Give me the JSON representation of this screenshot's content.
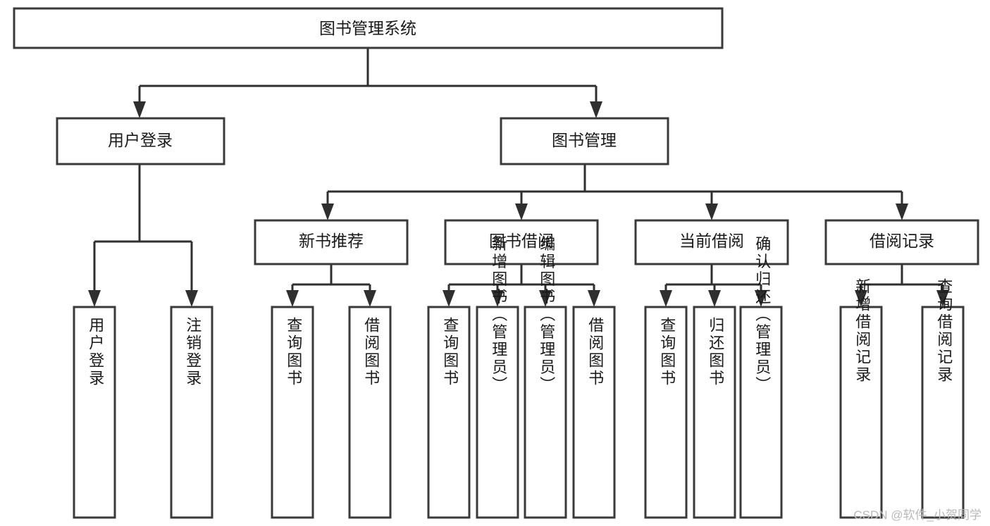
{
  "diagram": {
    "type": "tree-hierarchy-flowchart",
    "title": "图书管理系统",
    "watermark": "CSDN @软件_小贺同学",
    "colors": {
      "background": "#ffffff",
      "box_stroke": "#3a3a3a",
      "edge_stroke": "#2f2f2f",
      "text": "#1a1a1a",
      "watermark": "#b9b9b9"
    },
    "levels": [
      {
        "level": 1,
        "nodes": [
          {
            "id": "root",
            "label": "图书管理系统",
            "orientation": "horizontal"
          }
        ]
      },
      {
        "level": 2,
        "nodes": [
          {
            "id": "login",
            "label": "用户登录",
            "orientation": "horizontal",
            "parent": "root"
          },
          {
            "id": "bookmgmt",
            "label": "图书管理",
            "orientation": "horizontal",
            "parent": "root"
          }
        ]
      },
      {
        "level": 3,
        "nodes": [
          {
            "id": "newbook",
            "label": "新书推荐",
            "orientation": "horizontal",
            "parent": "bookmgmt"
          },
          {
            "id": "borrow",
            "label": "图书借阅",
            "orientation": "horizontal",
            "parent": "bookmgmt"
          },
          {
            "id": "current",
            "label": "当前借阅",
            "orientation": "horizontal",
            "parent": "bookmgmt"
          },
          {
            "id": "records",
            "label": "借阅记录",
            "orientation": "horizontal",
            "parent": "bookmgmt"
          }
        ]
      },
      {
        "level": 4,
        "nodes": [
          {
            "id": "leaf1",
            "label": "用户登录",
            "orientation": "vertical",
            "parent": "login"
          },
          {
            "id": "leaf2",
            "label": "注销登录",
            "orientation": "vertical",
            "parent": "login"
          },
          {
            "id": "leaf3",
            "label": "查询图书",
            "orientation": "vertical",
            "parent": "newbook"
          },
          {
            "id": "leaf4",
            "label": "借阅图书",
            "orientation": "vertical",
            "parent": "newbook"
          },
          {
            "id": "leaf5",
            "label": "查询图书",
            "orientation": "vertical",
            "parent": "borrow"
          },
          {
            "id": "leaf6",
            "label": "新增图书（管理员）",
            "orientation": "vertical",
            "parent": "borrow"
          },
          {
            "id": "leaf7",
            "label": "编辑图书（管理员）",
            "orientation": "vertical",
            "parent": "borrow"
          },
          {
            "id": "leaf8",
            "label": "借阅图书",
            "orientation": "vertical",
            "parent": "borrow"
          },
          {
            "id": "leaf9",
            "label": "查询图书",
            "orientation": "vertical",
            "parent": "current"
          },
          {
            "id": "leaf10",
            "label": "归还图书",
            "orientation": "vertical",
            "parent": "current"
          },
          {
            "id": "leaf11",
            "label": "确认归还（管理员）",
            "orientation": "vertical",
            "parent": "current"
          },
          {
            "id": "leaf12",
            "label": "新增借阅记录",
            "orientation": "vertical",
            "parent": "records"
          },
          {
            "id": "leaf13",
            "label": "查询借阅记录",
            "orientation": "vertical",
            "parent": "records"
          }
        ]
      }
    ]
  }
}
